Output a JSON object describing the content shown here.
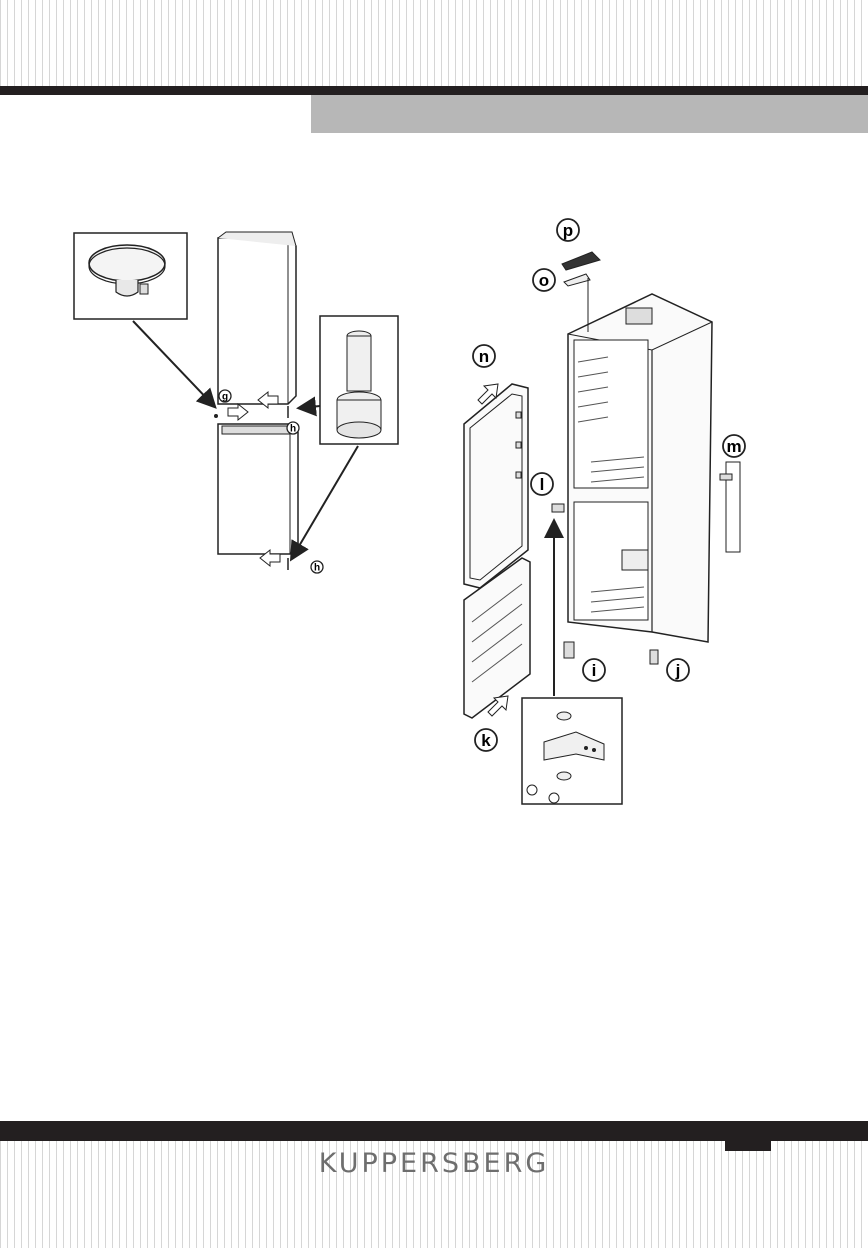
{
  "header": {
    "band_color": "#b7b7b7",
    "bar_color": "#231f20"
  },
  "figure_left": {
    "labels": {
      "g": "g",
      "h_top": "h",
      "h_bottom": "h"
    }
  },
  "figure_right": {
    "labels": {
      "p": "p",
      "o": "o",
      "n": "n",
      "m": "m",
      "l": "l",
      "i": "i",
      "j": "j",
      "k": "k"
    }
  },
  "footer": {
    "brand": "KUPPERSBERG",
    "brand_color": "#6e6e6e"
  }
}
